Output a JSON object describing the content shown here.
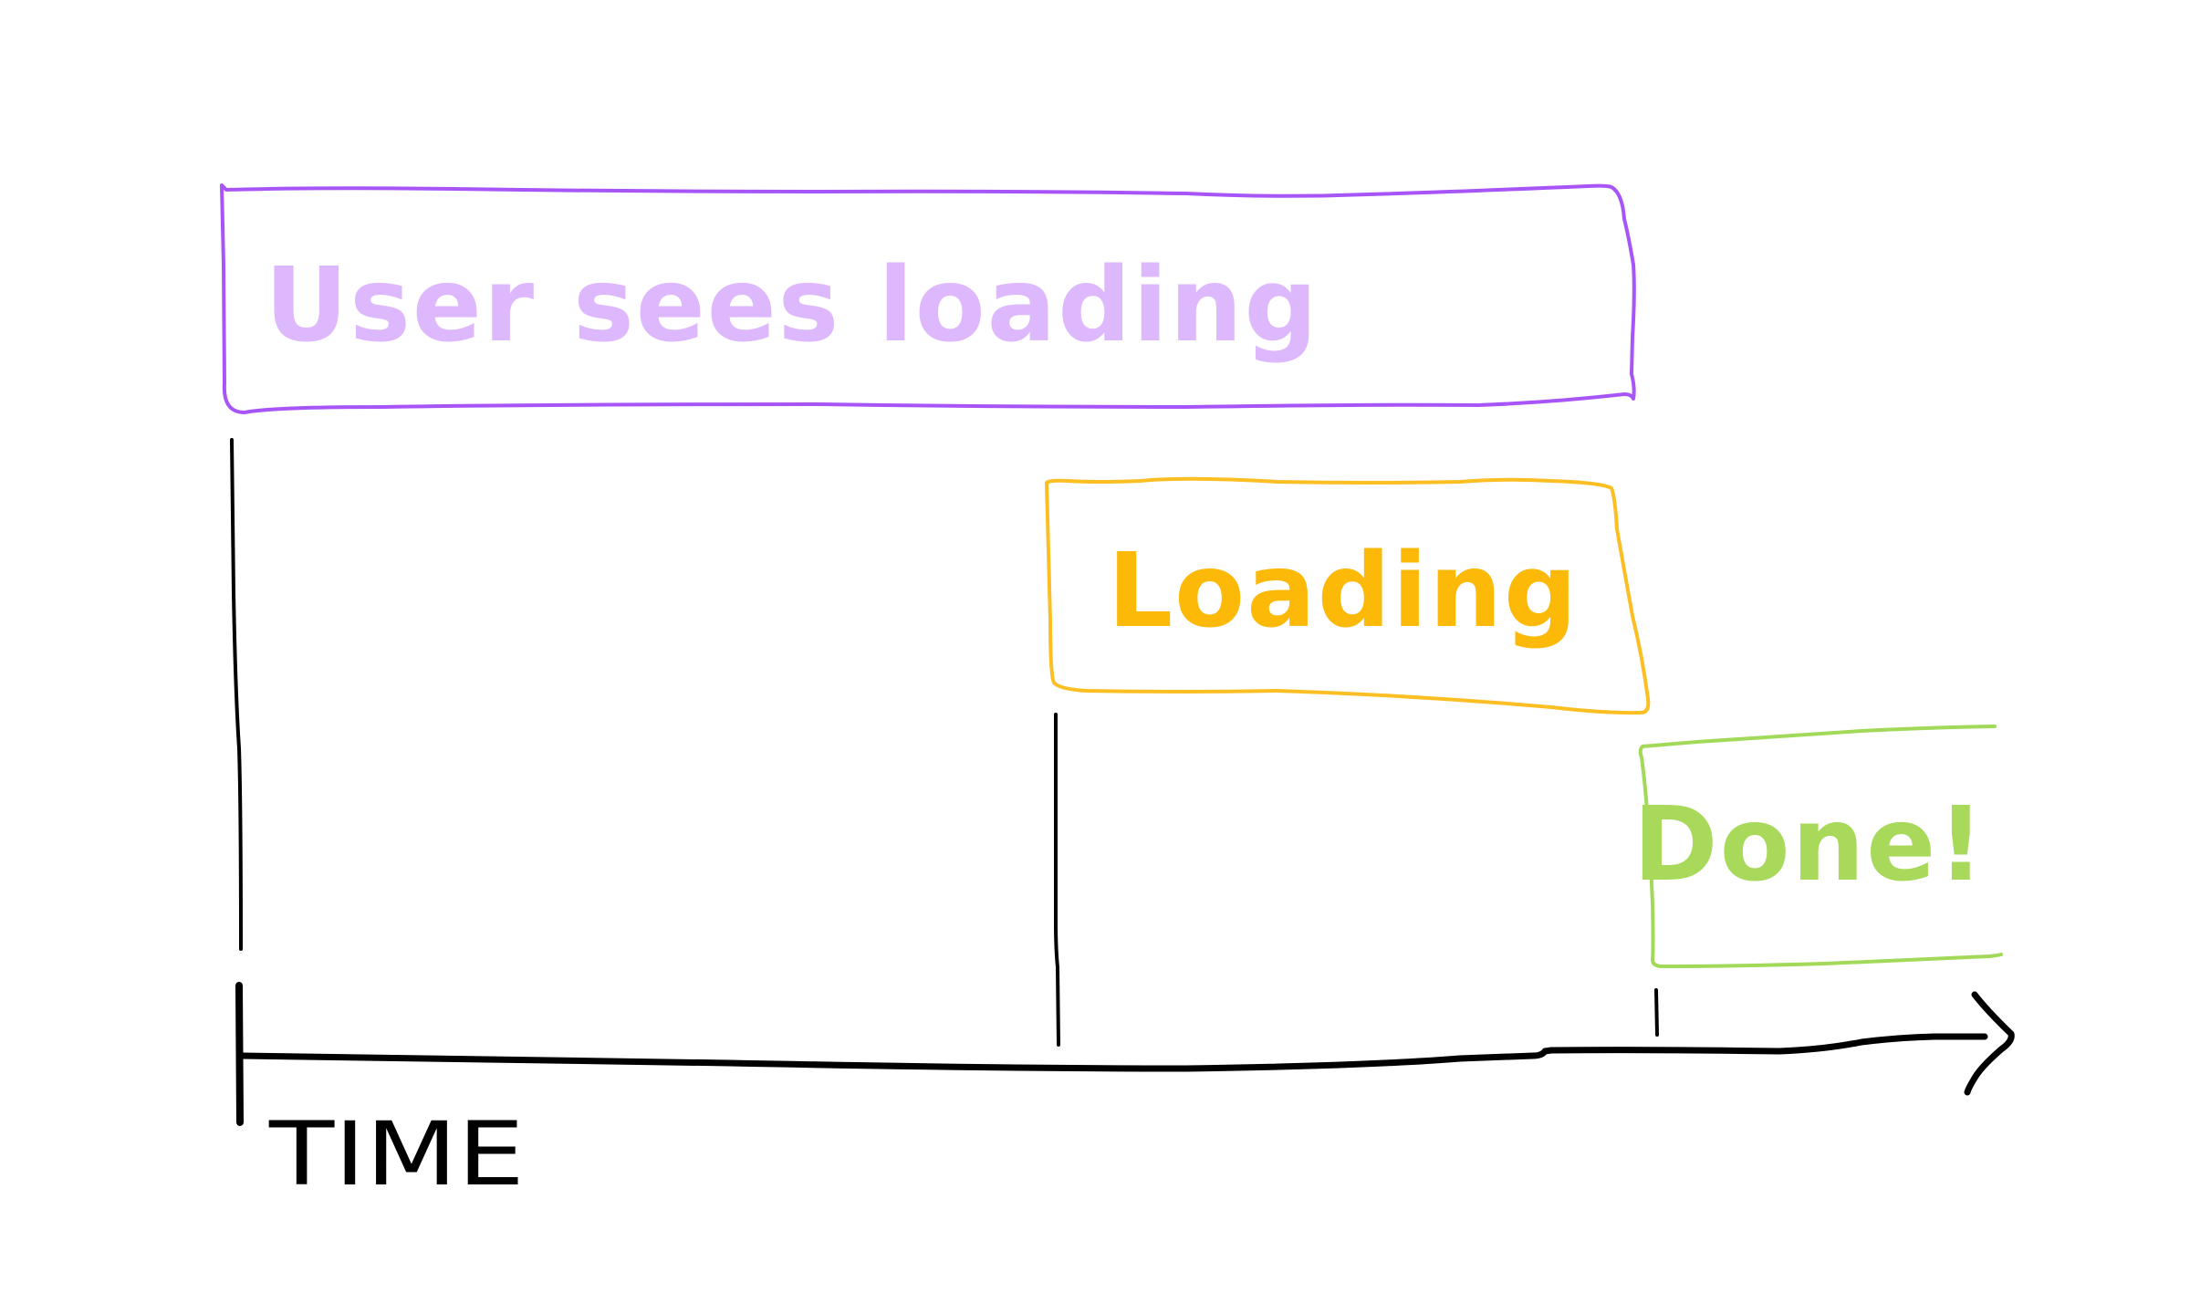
{
  "diagram": {
    "phases": [
      {
        "label": "User sees loading",
        "color": "#a855f7",
        "text_color": "#deb8fc"
      },
      {
        "label": "Loading",
        "color": "#fbbf24",
        "text_color": "#fcb908"
      },
      {
        "label": "Done!",
        "color": "#a3d959",
        "text_color": "#a8d95a"
      }
    ],
    "axis": {
      "label": "TIME",
      "color": "#000000"
    }
  }
}
